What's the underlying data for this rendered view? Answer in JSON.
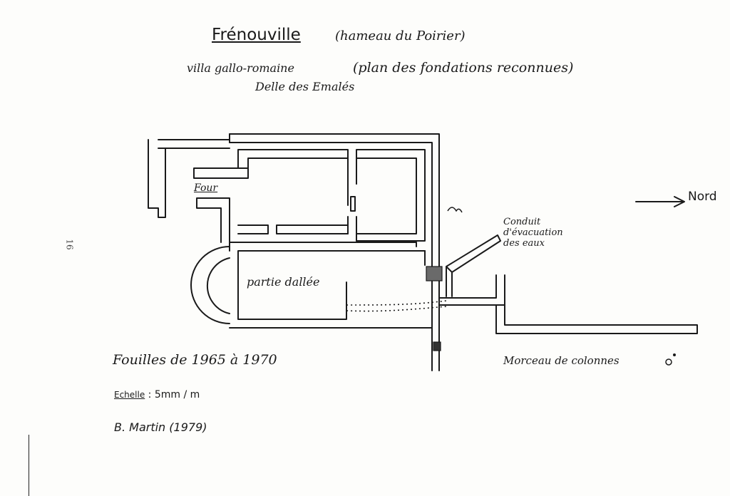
{
  "header": {
    "title": "Frénouville",
    "subtitle": "(hameau du Poirier)",
    "villa": "villa gallo-romaine",
    "plan_note": "(plan des fondations reconnues)",
    "delle": "Delle des Emalés"
  },
  "labels": {
    "four": "Four",
    "partie": "partie dallée",
    "conduit": "Conduit\nd'évacuation\ndes eaux",
    "nord": "Nord",
    "morceau": "Morceau de colonnes"
  },
  "footer": {
    "fouilles": "Fouilles de 1965 à 1970",
    "echelle_label": "Echelle",
    "echelle_value": ": 5mm / m",
    "author": "B. Martin (1979)"
  },
  "page_number": "16",
  "colors": {
    "ink": "#1a1a1a",
    "paper": "#fdfdfb"
  }
}
